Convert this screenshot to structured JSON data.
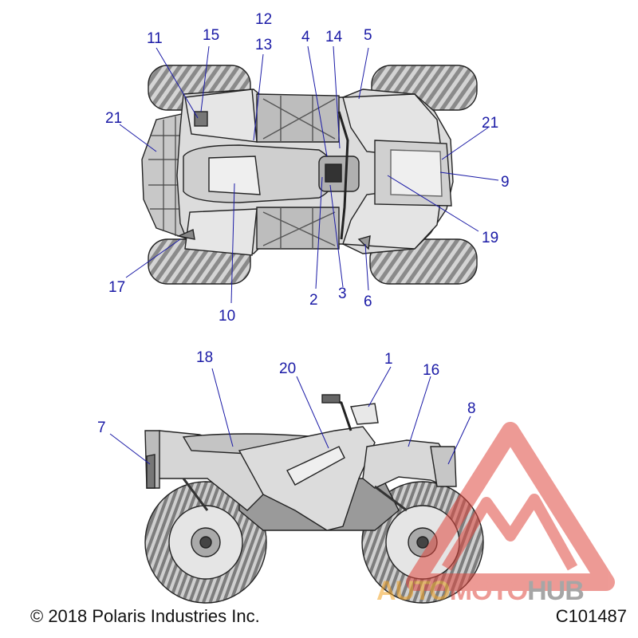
{
  "colors": {
    "callout_text": "#1a1aa6",
    "leader": "#1a1aa6",
    "line_art": "#222222",
    "body_fill": "#d9d9d9",
    "decal_fill": "#efefef",
    "logo_red": "#e0483f",
    "logo_orange": "#f2a324",
    "logo_gray": "#5e5e5e"
  },
  "callouts": [
    {
      "label": "1"
    },
    {
      "label": "2"
    },
    {
      "label": "3"
    },
    {
      "label": "4"
    },
    {
      "label": "5"
    },
    {
      "label": "6"
    },
    {
      "label": "7"
    },
    {
      "label": "8"
    },
    {
      "label": "9"
    },
    {
      "label": "10"
    },
    {
      "label": "11"
    },
    {
      "label": "12"
    },
    {
      "label": "13"
    },
    {
      "label": "14"
    },
    {
      "label": "15"
    },
    {
      "label": "16"
    },
    {
      "label": "17"
    },
    {
      "label": "18"
    },
    {
      "label": "19"
    },
    {
      "label": "20"
    },
    {
      "label": "21a",
      "text": "21"
    },
    {
      "label": "21b",
      "text": "21"
    }
  ],
  "footer": {
    "copyright": "© 2018 Polaris Industries Inc.",
    "code": "C101487"
  },
  "watermark": {
    "part1": "AUTO",
    "part2": "MOTO",
    "part3": "HUB"
  }
}
